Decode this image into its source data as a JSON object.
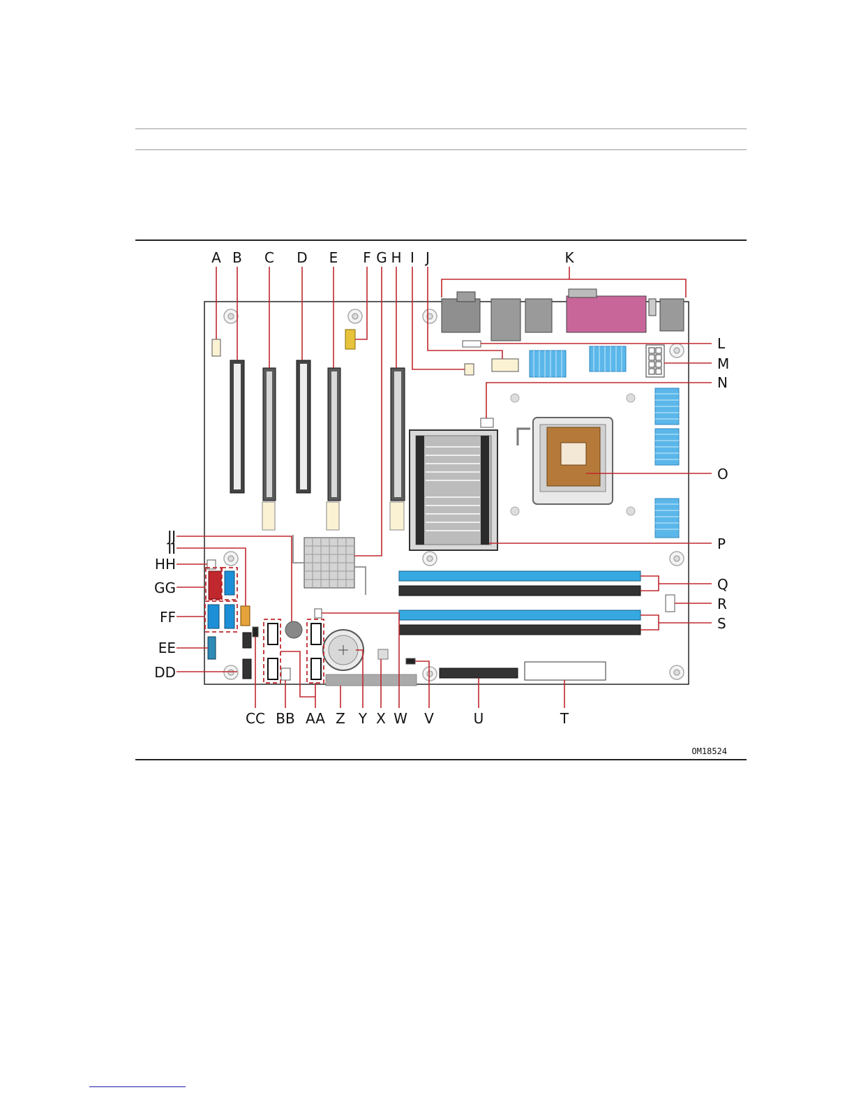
{
  "labels_top": [
    "A",
    "B",
    "C",
    "D",
    "E",
    "F",
    "G",
    "H",
    "I",
    "J",
    "K"
  ],
  "labels_right": [
    "L",
    "M",
    "N",
    "O",
    "P",
    "Q",
    "R",
    "S"
  ],
  "labels_bottom": [
    "T",
    "U",
    "V",
    "W",
    "X",
    "Y",
    "Z",
    "AA",
    "BB",
    "CC"
  ],
  "labels_left": [
    "DD",
    "EE",
    "FF",
    "GG",
    "HH",
    "II",
    "JJ"
  ],
  "figure_code": "OM18524",
  "colors": {
    "callout": "#c0282d",
    "board_outline": "#333333",
    "slot_dark": "#3a3a3a",
    "dimm_blue": "#36a9e1",
    "heatsink_blue": "#5bb7ea",
    "parallel_port": "#c8669a",
    "sata_red": "#c0282d",
    "sata_blue": "#1d8fd6",
    "socket_copper": "#b57a3a",
    "connector_cream": "#fbf2d4"
  }
}
